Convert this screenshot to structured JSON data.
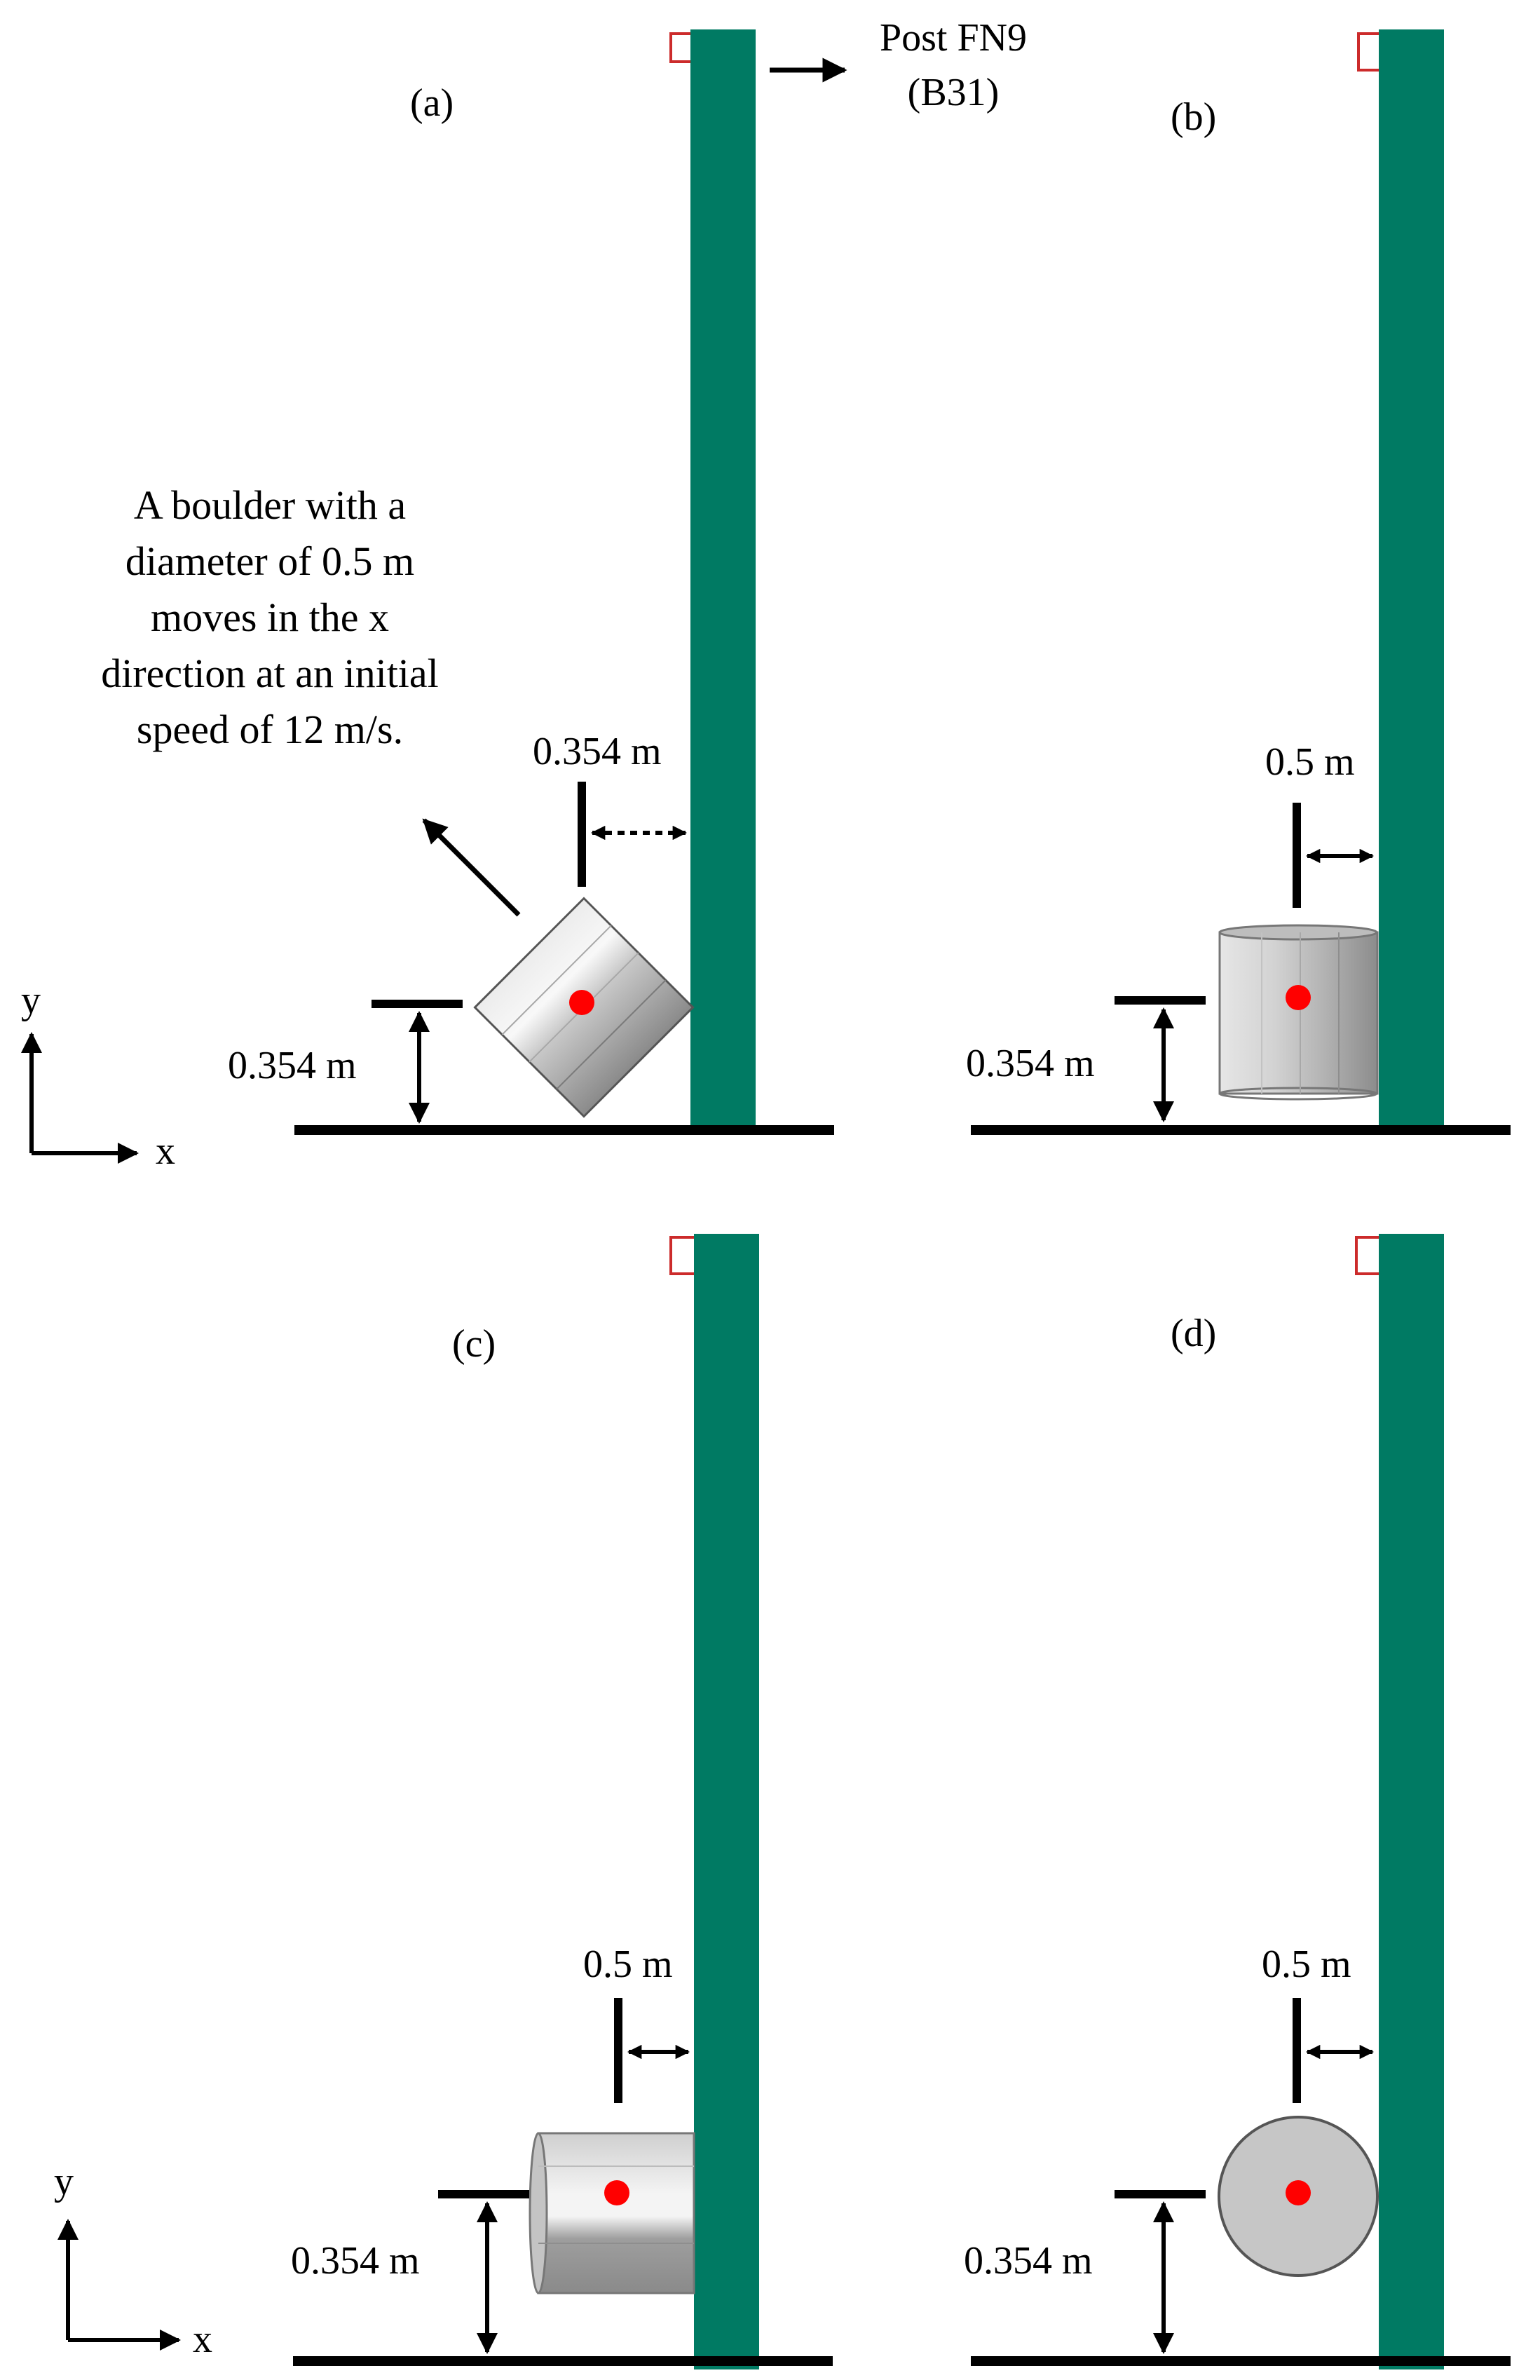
{
  "figure": {
    "post_label": "Post FN9",
    "post_element": "(B31)",
    "boulder_note": [
      "A boulder with a",
      "diameter of 0.5 m",
      "moves in the x",
      "direction at an initial",
      "speed of 12 m/s."
    ],
    "axes": {
      "x": "x",
      "y": "y"
    },
    "colors": {
      "post": "#007a63",
      "marker": "#ff0000",
      "post_marker_outline": "#cc2b2b",
      "boulder_light": "#d8d8d8",
      "boulder_dark": "#8a8a8a"
    },
    "panels": [
      {
        "id": "a",
        "label": "(a)",
        "gap_label": "0.354 m",
        "height_label": "0.354 m",
        "orientation": "tilted-45"
      },
      {
        "id": "b",
        "label": "(b)",
        "gap_label": "0.5 m",
        "height_label": "0.354 m",
        "orientation": "upright-cylinder"
      },
      {
        "id": "c",
        "label": "(c)",
        "gap_label": "0.5 m",
        "height_label": "0.354 m",
        "orientation": "lying-cylinder"
      },
      {
        "id": "d",
        "label": "(d)",
        "gap_label": "0.5 m",
        "height_label": "0.354 m",
        "orientation": "end-on-circle"
      }
    ]
  }
}
